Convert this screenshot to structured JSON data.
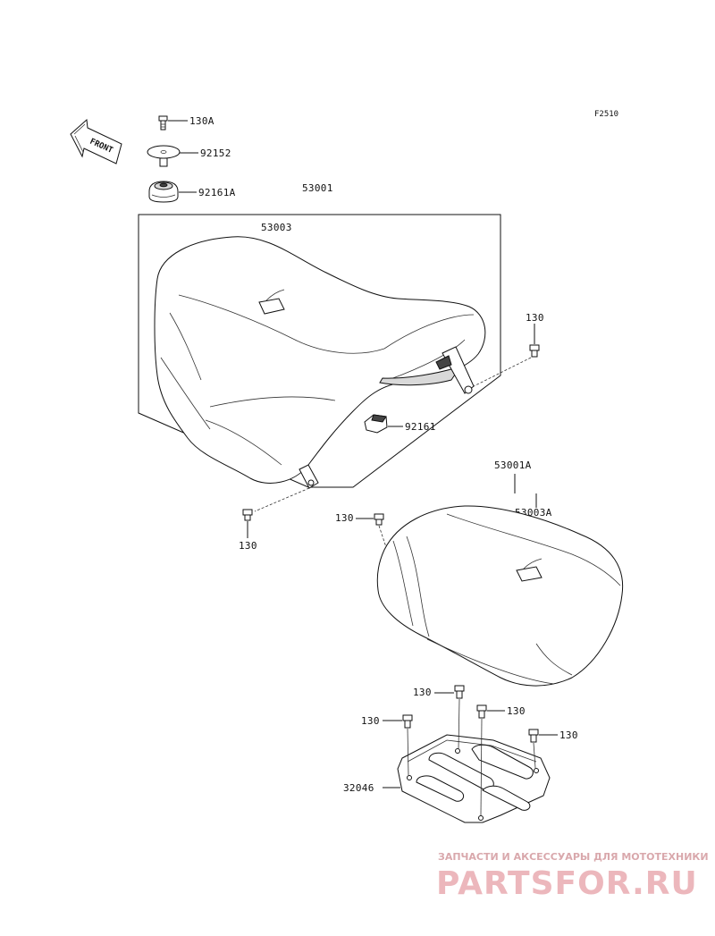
{
  "figure_code": "F2510",
  "front_arrow": "FRONT",
  "labels": {
    "p130A": "130A",
    "p92152": "92152",
    "p92161A": "92161A",
    "p53001": "53001",
    "p53003": "53003",
    "p130_right_upper": "130",
    "p92161": "92161",
    "p130_left_lower": "130",
    "p53001A": "53001A",
    "p53003A": "53003A",
    "p130_rear_seat": "130",
    "p130_plate_top": "130",
    "p130_plate_mid": "130",
    "p130_plate_left": "130",
    "p130_plate_right": "130",
    "p32046": "32046"
  },
  "watermark": {
    "tagline": "ЗАПЧАСТИ И АКСЕССУАРЫ ДЛЯ МОТОТЕХНИКИ",
    "brand": "PARTSFOR.RU"
  },
  "colors": {
    "line": "#111111",
    "shade": "#d9d9d9",
    "watermark": "#ecb7bc"
  }
}
